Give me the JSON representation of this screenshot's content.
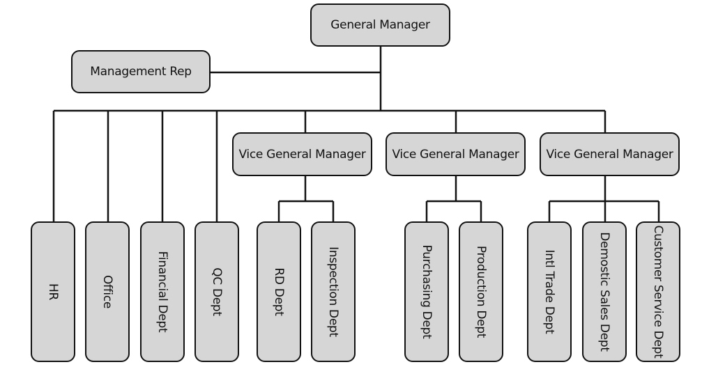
{
  "org_chart": {
    "general_manager": "General Manager",
    "management_rep": "Management Rep",
    "departments": {
      "hr": "HR",
      "office": "Office",
      "financial": "Financial Dept",
      "qc": "QC Dept"
    },
    "vice_managers": [
      {
        "title": "Vice General Manager",
        "departments": [
          "RD Dept",
          "Inspection Dept"
        ]
      },
      {
        "title": "Vice General Manager",
        "departments": [
          "Purchasing Dept",
          "Production Dept"
        ]
      },
      {
        "title": "Vice General Manager",
        "departments": [
          "Intl Trade Dept",
          "Demostic Sales Dept",
          "Customer Service Dept"
        ]
      }
    ]
  }
}
